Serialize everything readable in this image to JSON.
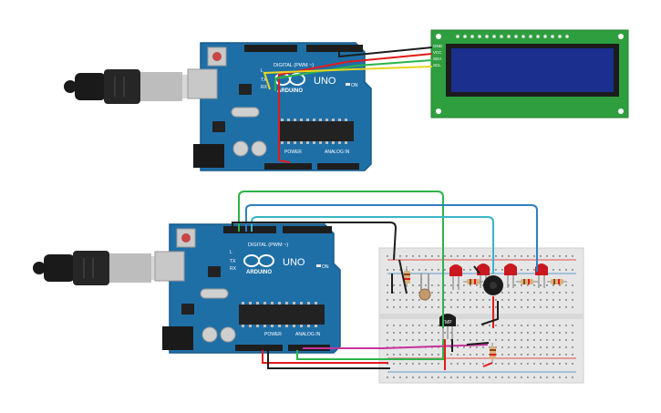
{
  "colors": {
    "board": "#1f6fa7",
    "board_dark": "#165a89",
    "lcd_pcb": "#2f9e3f",
    "lcd_screen": "#1b2f8f",
    "breadboard": "#e6e6e6",
    "wire_black": "#1e1e1e",
    "wire_red": "#e21b1b",
    "wire_green": "#2db34a",
    "wire_yellow": "#e8d51c",
    "wire_cyan": "#3bb4c9",
    "wire_blue": "#2f7fc1",
    "wire_magenta": "#c8339f",
    "led_red": "#c9181f"
  },
  "arduino_top": {
    "model": "UNO",
    "brand": "ARDUINO",
    "header_digital": "DIGITAL (PWM ~)",
    "header_power": "POWER",
    "header_analog": "ANALOG IN",
    "tx": "TX",
    "rx": "RX",
    "l": "L",
    "on": "ON",
    "icon": "arduino-infinity-logo"
  },
  "arduino_bottom": {
    "model": "UNO",
    "brand": "ARDUINO",
    "header_digital": "DIGITAL (PWM ~)",
    "header_power": "POWER",
    "header_analog": "ANALOG IN",
    "tx": "TX",
    "rx": "RX",
    "l": "L",
    "on": "ON",
    "icon": "arduino-infinity-logo"
  },
  "lcd": {
    "pins": [
      "GND",
      "VCC",
      "SDA",
      "SCL"
    ]
  },
  "sensor": {
    "label": "TMP"
  }
}
